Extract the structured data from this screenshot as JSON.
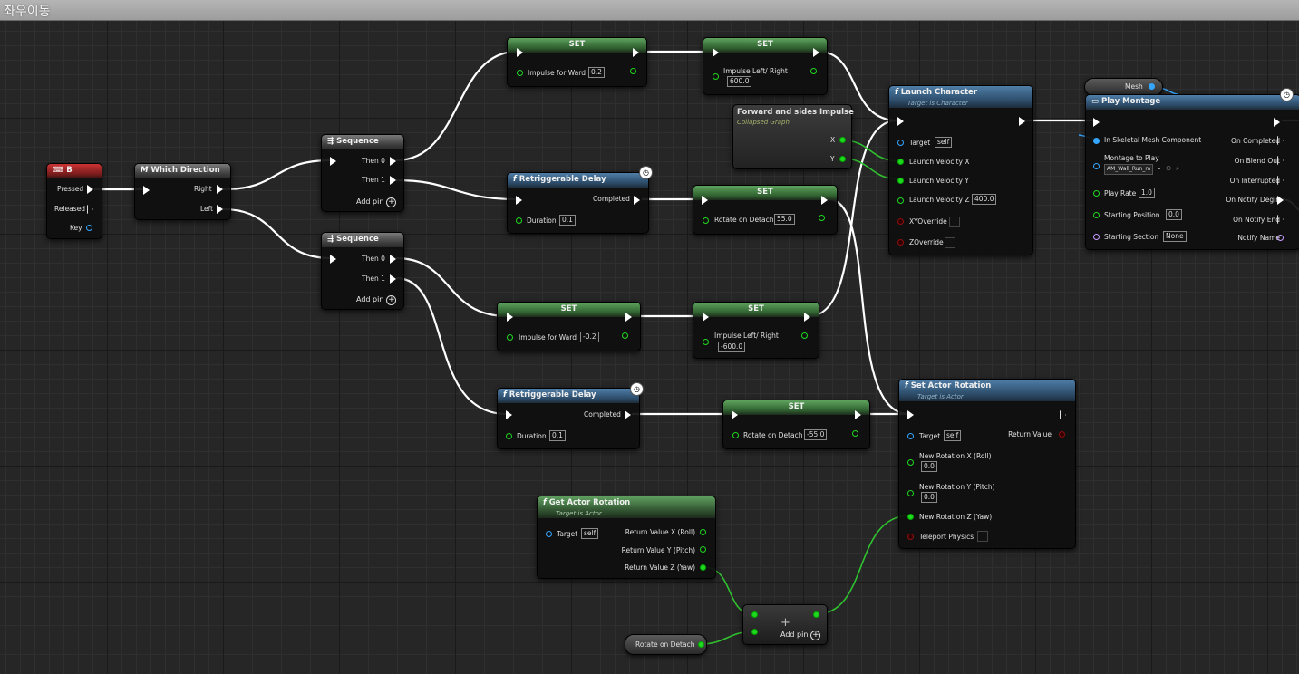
{
  "window": {
    "title": "좌우이동"
  },
  "icons": {
    "function": "f",
    "macro": "M",
    "sequence": "⇶",
    "keyboard": "⌨",
    "latent": "◷",
    "montage": "▭"
  },
  "nodes": {
    "key_b": {
      "title": "B",
      "pins": [
        "Pressed",
        "Released",
        "Key"
      ]
    },
    "which_direction": {
      "title": "Which Direction",
      "pins": [
        "Right",
        "Left"
      ]
    },
    "sequence1": {
      "title": "Sequence",
      "pins": [
        "Then 0",
        "Then 1"
      ],
      "add_pin": "Add pin"
    },
    "sequence2": {
      "title": "Sequence",
      "pins": [
        "Then 0",
        "Then 1"
      ],
      "add_pin": "Add pin"
    },
    "set1": {
      "title": "SET",
      "var": "Impulse for Ward",
      "value": "0.2"
    },
    "set2": {
      "title": "SET",
      "var": "Impulse Left/ Right",
      "value": "600.0"
    },
    "delay1": {
      "title": "Retriggerable Delay",
      "completed": "Completed",
      "duration_label": "Duration",
      "duration": "0.1"
    },
    "set3": {
      "title": "SET",
      "var": "Rotate on Detach",
      "value": "55.0"
    },
    "collapsed": {
      "title": "Forward and sides Impulse",
      "subtitle": "Collapsed Graph",
      "pins": [
        "X",
        "Y"
      ]
    },
    "launch": {
      "title": "Launch Character",
      "subtitle": "Target is Character",
      "target_label": "Target",
      "target": "self",
      "vx": "Launch Velocity X",
      "vy": "Launch Velocity Y",
      "vz": "Launch Velocity Z",
      "vz_value": "400.0",
      "xyo": "XYOverride",
      "zo": "ZOverride"
    },
    "mesh": {
      "label": "Mesh"
    },
    "montage": {
      "title": "Play Montage",
      "in_skeletal": "In Skeletal Mesh Component",
      "montage_label": "Montage to Play",
      "montage_value": "AM_Wall_Run_m",
      "rate_label": "Play Rate",
      "rate": "1.0",
      "start_pos_label": "Starting Position",
      "start_pos": "0.0",
      "start_sec_label": "Starting Section",
      "start_sec": "None",
      "outputs": [
        "On Completed",
        "On Blend Out",
        "On Interrupted",
        "On Notify Degin",
        "On Notify End",
        "Notify Name"
      ]
    },
    "set4": {
      "title": "SET",
      "var": "Impulse for Ward",
      "value": "-0.2"
    },
    "set5": {
      "title": "SET",
      "var": "Impulse Left/ Right",
      "value": "-600.0"
    },
    "delay2": {
      "title": "Retriggerable Delay",
      "completed": "Completed",
      "duration_label": "Duration",
      "duration": "0.1"
    },
    "set6": {
      "title": "SET",
      "var": "Rotate on Detach",
      "value": "-55.0"
    },
    "set_rot": {
      "title": "Set Actor Rotation",
      "subtitle": "Target is Actor",
      "target_label": "Target",
      "target": "self",
      "return_label": "Return Value",
      "rx_label": "New Rotation X (Roll)",
      "rx": "0.0",
      "ry_label": "New Rotation Y (Pitch)",
      "ry": "0.0",
      "rz_label": "New Rotation Z (Yaw)",
      "teleport": "Teleport Physics"
    },
    "get_rot": {
      "title": "Get Actor Rotation",
      "subtitle": "Target is Actor",
      "target_label": "Target",
      "target": "self",
      "outputs": [
        "Return Value X (Roll)",
        "Return Value Y (Pitch)",
        "Return Value Z (Yaw)"
      ]
    },
    "add": {
      "symbol": "+",
      "add_pin": "Add pin"
    },
    "rotate_var": {
      "label": "Rotate on Detach"
    }
  },
  "colors": {
    "exec": "#ffffff",
    "float": "#1fd81f",
    "object": "#35a6ff",
    "bool": "#8b1010",
    "name": "#c79bff"
  }
}
